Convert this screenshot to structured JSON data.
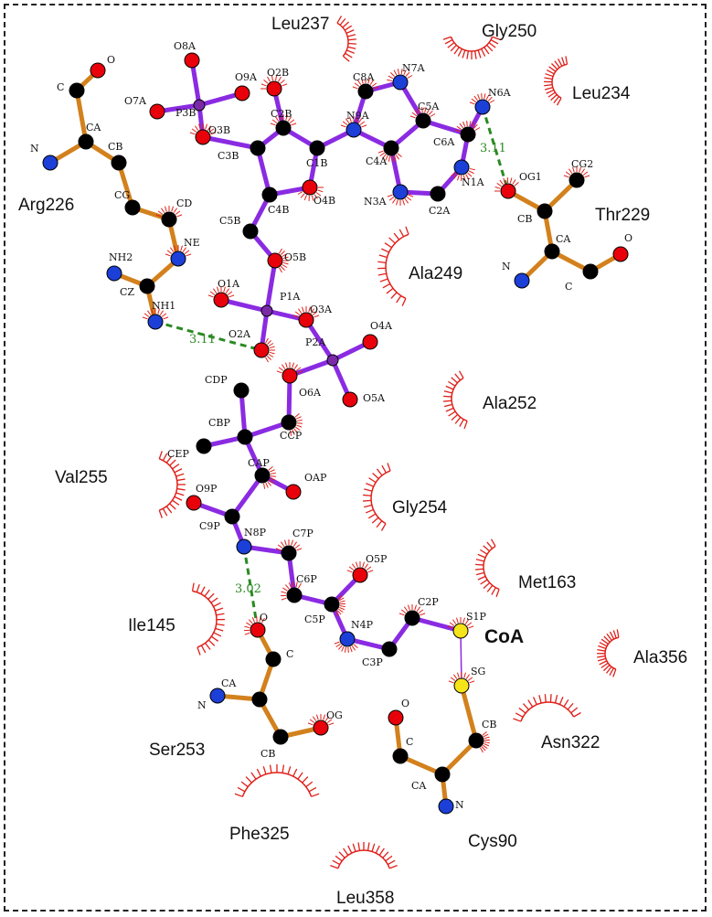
{
  "ligand": {
    "name": "CoA",
    "atoms": [
      "O8A",
      "O9A",
      "O7A",
      "P3B",
      "O3B",
      "O2B",
      "C2B",
      "C3B",
      "C1B",
      "C4B",
      "O4B",
      "C5B",
      "O5B",
      "P1A",
      "O1A",
      "O2A",
      "O3A",
      "P2A",
      "O4A",
      "O5A",
      "O6A",
      "CCP",
      "CDP",
      "CBP",
      "CEP",
      "CAP",
      "OAP",
      "O9P",
      "C9P",
      "N8P",
      "C7P",
      "C6P",
      "C5P",
      "O5P",
      "N4P",
      "C3P",
      "C2P",
      "S1P",
      "N9A",
      "C8A",
      "N7A",
      "C5A",
      "C4A",
      "N3A",
      "C2A",
      "N1A",
      "C6A",
      "N6A"
    ]
  },
  "residues": [
    {
      "label": "Arg226",
      "atoms": [
        "O",
        "C",
        "CA",
        "N",
        "CB",
        "CG",
        "CD",
        "NE",
        "NH2",
        "CZ",
        "NH1"
      ]
    },
    {
      "label": "Thr229",
      "atoms": [
        "OG1",
        "CG2",
        "CB",
        "CA",
        "O",
        "N",
        "C"
      ]
    },
    {
      "label": "Ser253",
      "atoms": [
        "O",
        "C",
        "CA",
        "N",
        "OG",
        "CB"
      ]
    },
    {
      "label": "Cys90",
      "atoms": [
        "SG",
        "CB",
        "O",
        "C",
        "CA",
        "N"
      ]
    }
  ],
  "hydrophobic_contacts": [
    "Leu237",
    "Gly250",
    "Leu234",
    "Ala249",
    "Ala252",
    "Val255",
    "Gly254",
    "Met163",
    "Ile145",
    "Ala356",
    "Asn322",
    "Phe325",
    "Leu358"
  ],
  "hbonds": [
    {
      "label": "3.11"
    },
    {
      "label": "3.11"
    },
    {
      "label": "3.02"
    }
  ],
  "colors": {
    "ligand_bond": "#8a2be2",
    "residue_bond": "#d2811d",
    "hbond": "#2a8a22",
    "contact_arc": "#e0201a",
    "oxygen": "#e8000a",
    "nitrogen": "#1c3fd8",
    "carbon": "#000000",
    "phosphorus": "#7a2aa8",
    "sulfur": "#f5e41a"
  }
}
